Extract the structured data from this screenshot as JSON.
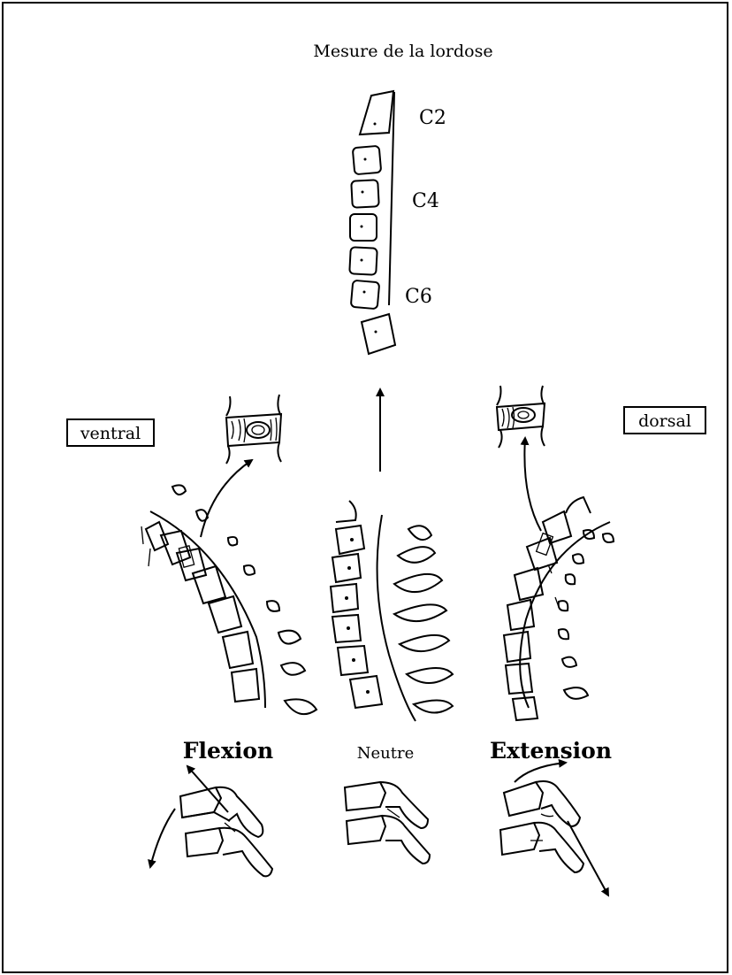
{
  "title": "Mesure de la lordose",
  "vertebra_labels": [
    "C2",
    "C4",
    "C6"
  ],
  "direction_boxes": {
    "left": "ventral",
    "right": "dorsal"
  },
  "positions": {
    "flexion": "Flexion",
    "neutral": "Neutre",
    "extension": "Extension"
  }
}
